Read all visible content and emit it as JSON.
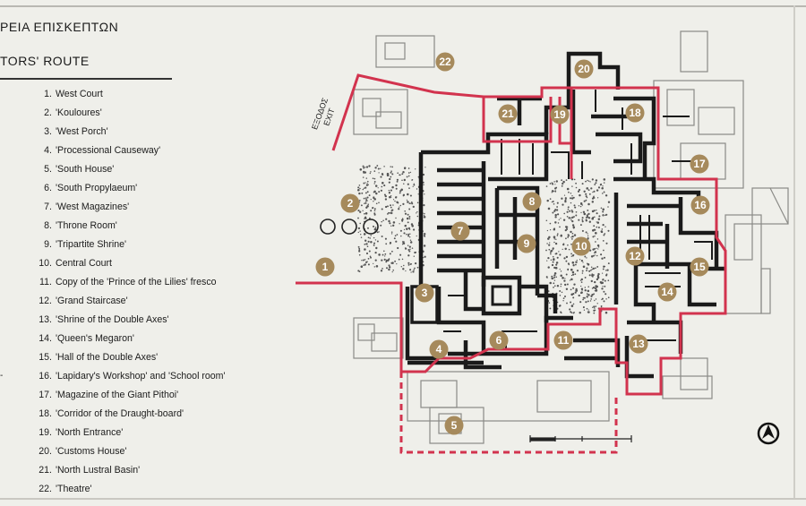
{
  "header": {
    "title_greek": "ΡΕΙΑ ΕΠΙΣΚΕΠΤΩΝ",
    "title_english": "TORS' ROUTE"
  },
  "legend": [
    {
      "num": "1.",
      "label": "West Court"
    },
    {
      "num": "2.",
      "label": "'Kouloures'"
    },
    {
      "num": "3.",
      "label": "'West Porch'"
    },
    {
      "num": "4.",
      "label": "'Processional Causeway'"
    },
    {
      "num": "5.",
      "label": "'South House'"
    },
    {
      "num": "6.",
      "label": "'South Propylaeum'"
    },
    {
      "num": "7.",
      "label": "'West Magazines'"
    },
    {
      "num": "8.",
      "label": "'Throne Room'"
    },
    {
      "num": "9.",
      "label": "'Tripartite Shrine'"
    },
    {
      "num": "10.",
      "label": "Central Court"
    },
    {
      "num": "11.",
      "label": "Copy of the 'Prince of the Lilies' fresco"
    },
    {
      "num": "12.",
      "label": "'Grand Staircase'"
    },
    {
      "num": "13.",
      "label": "'Shrine of the Double Axes'"
    },
    {
      "num": "14.",
      "label": "'Queen's Megaron'"
    },
    {
      "num": "15.",
      "label": "'Hall of the Double Axes'"
    },
    {
      "num": "16.",
      "label": "'Lapidary's Workshop' and 'School room'"
    },
    {
      "num": "17.",
      "label": "'Magazine of the Giant Pithoi'"
    },
    {
      "num": "18.",
      "label": "'Corridor of the Draught-board'"
    },
    {
      "num": "19.",
      "label": "'North Entrance'"
    },
    {
      "num": "20.",
      "label": "'Customs House'"
    },
    {
      "num": "21.",
      "label": "'North Lustral Basin'"
    },
    {
      "num": "22.",
      "label": "'Theatre'"
    }
  ],
  "map": {
    "exit_greek": "ΕΞΟΔΟΣ",
    "exit_english": "EXIT",
    "route_color": "#d2334e",
    "marker_color": "#a68a5c",
    "wall_color": "#1a1a1a",
    "markers": [
      {
        "label": "1"
      },
      {
        "label": "2"
      },
      {
        "label": "3"
      },
      {
        "label": "4"
      },
      {
        "label": "5"
      },
      {
        "label": "6"
      },
      {
        "label": "7"
      },
      {
        "label": "8"
      },
      {
        "label": "9"
      },
      {
        "label": "10"
      },
      {
        "label": "11"
      },
      {
        "label": "12"
      },
      {
        "label": "13"
      },
      {
        "label": "14"
      },
      {
        "label": "15"
      },
      {
        "label": "16"
      },
      {
        "label": "17"
      },
      {
        "label": "18"
      },
      {
        "label": "19"
      },
      {
        "label": "20"
      },
      {
        "label": "21"
      },
      {
        "label": "22"
      }
    ],
    "north_icon": "north-arrow-icon"
  }
}
